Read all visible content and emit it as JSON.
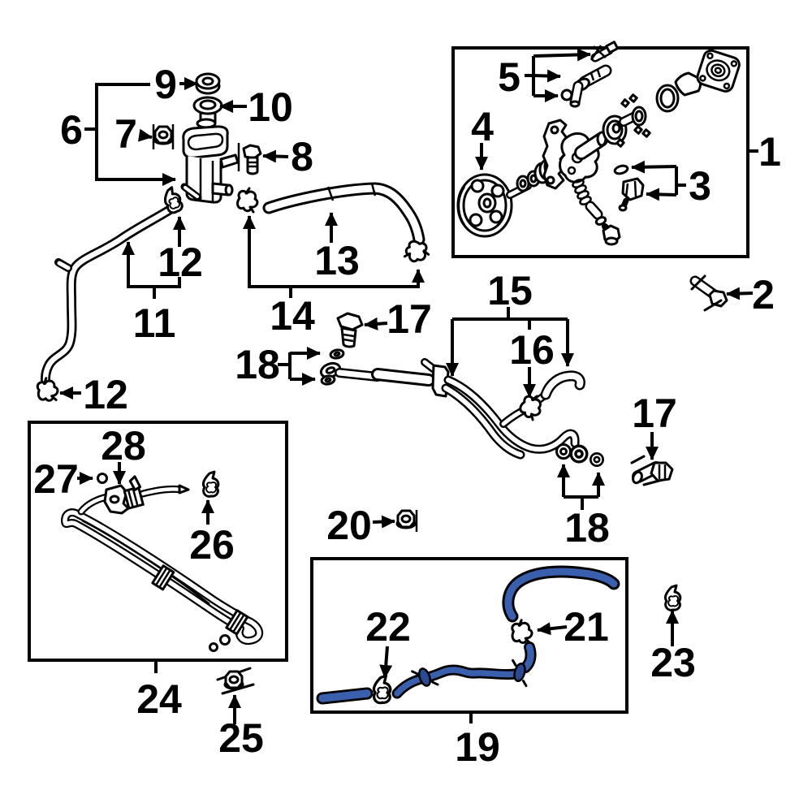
{
  "diagram": {
    "type": "exploded-parts-diagram",
    "subject": "power-steering pump, reservoir and hose assembly",
    "background_color": "#ffffff",
    "line_color": "#000000",
    "hose_highlight_color": "#3a5fad",
    "callouts": {
      "c1": "1",
      "c2": "2",
      "c3": "3",
      "c4": "4",
      "c5": "5",
      "c6": "6",
      "c7": "7",
      "c8": "8",
      "c9": "9",
      "c10": "10",
      "c11": "11",
      "c12a": "12",
      "c12b": "12",
      "c13": "13",
      "c14": "14",
      "c15": "15",
      "c16": "16",
      "c17a": "17",
      "c17b": "17",
      "c18a": "18",
      "c18b": "18",
      "c19": "19",
      "c20": "20",
      "c21": "21",
      "c22": "22",
      "c23": "23",
      "c24": "24",
      "c25": "25",
      "c26": "26",
      "c27": "27",
      "c28": "28"
    }
  }
}
